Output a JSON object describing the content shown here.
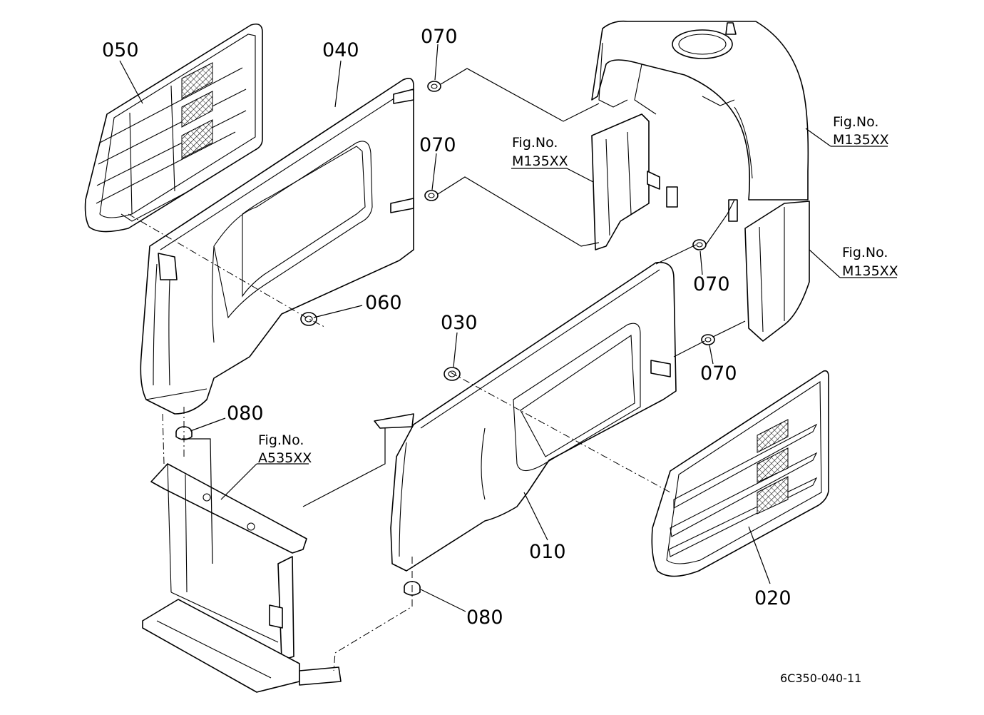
{
  "parts": {
    "p010": "010",
    "p020": "020",
    "p030": "030",
    "p040": "040",
    "p050": "050",
    "p060": "060",
    "p070a": "070",
    "p070b": "070",
    "p070c": "070",
    "p070d": "070",
    "p080a": "080",
    "p080b": "080"
  },
  "references": {
    "fig_no_label": "Fig.No.",
    "m135_left": "M135XX",
    "m135_right_top": "M135XX",
    "m135_right_mid": "M135XX",
    "a535": "A535XX"
  },
  "drawing_code": "6C350-040-11"
}
